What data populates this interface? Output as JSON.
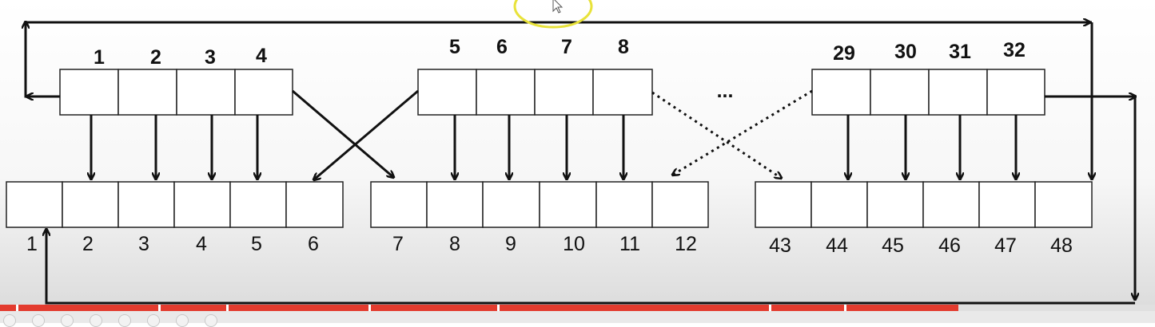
{
  "diagram": {
    "top_groups": [
      {
        "labels": [
          "1",
          "2",
          "3",
          "4"
        ]
      },
      {
        "labels": [
          "5",
          "6",
          "7",
          "8"
        ]
      },
      {
        "labels": [
          "29",
          "30",
          "31",
          "32"
        ]
      }
    ],
    "ellipsis": "...",
    "bottom_groups": [
      {
        "labels": [
          "1",
          "2",
          "3",
          "4",
          "5",
          "6"
        ]
      },
      {
        "labels": [
          "7",
          "8",
          "9",
          "10",
          "11",
          "12"
        ]
      },
      {
        "labels": [
          "43",
          "44",
          "45",
          "46",
          "47",
          "48"
        ]
      }
    ]
  },
  "video": {
    "progress_fraction": 0.83,
    "accent_color": "#e33b2e"
  }
}
